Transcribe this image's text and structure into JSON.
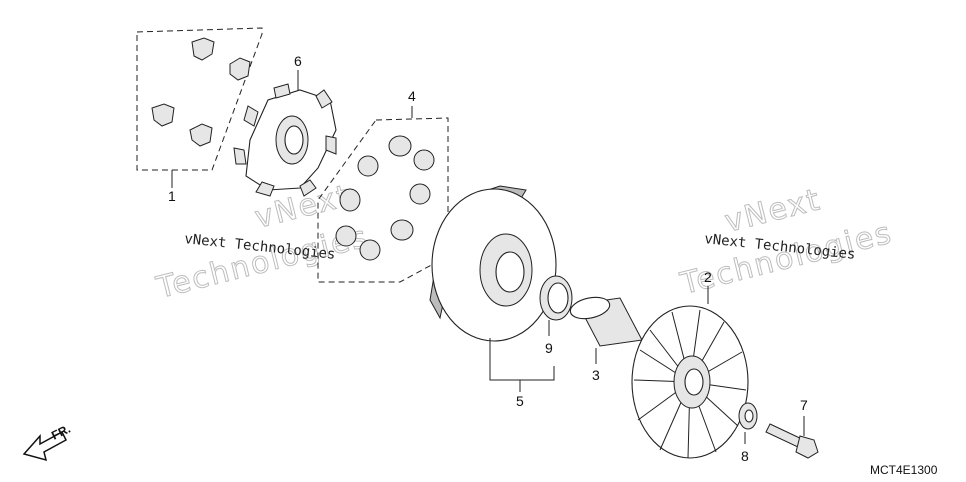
{
  "diagram": {
    "callouts": [
      {
        "id": "1",
        "label": "1"
      },
      {
        "id": "2",
        "label": "2"
      },
      {
        "id": "3",
        "label": "3"
      },
      {
        "id": "4",
        "label": "4"
      },
      {
        "id": "5",
        "label": "5"
      },
      {
        "id": "6",
        "label": "6"
      },
      {
        "id": "7",
        "label": "7"
      },
      {
        "id": "8",
        "label": "8"
      },
      {
        "id": "9",
        "label": "9"
      }
    ],
    "watermark_text": "vNext Technologies",
    "watermark_big": "Technologies",
    "watermark_big_top": "vNext",
    "direction_label": "FR.",
    "diagram_code": "MCT4E1300"
  }
}
